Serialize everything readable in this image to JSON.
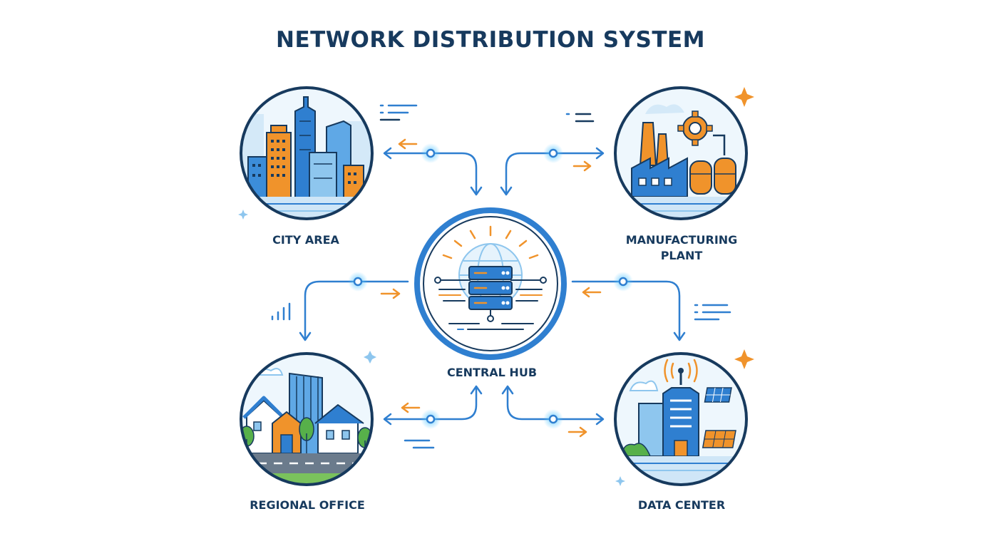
{
  "title": "NETWORK DISTRIBUTION SYSTEM",
  "nodes": {
    "hub": {
      "label": "CENTRAL HUB"
    },
    "city": {
      "label": "CITY AREA"
    },
    "manufacturing": {
      "label": "MANUFACTURING PLANT"
    },
    "regional": {
      "label": "REGIONAL OFFICE"
    },
    "datacenter": {
      "label": "DATA CENTER"
    }
  },
  "colors": {
    "navy": "#173a5e",
    "blue": "#2f7fd0",
    "light_blue": "#bfe0f6",
    "orange": "#f0932b",
    "glow": "#5cc8ff",
    "green": "#57b04a"
  }
}
